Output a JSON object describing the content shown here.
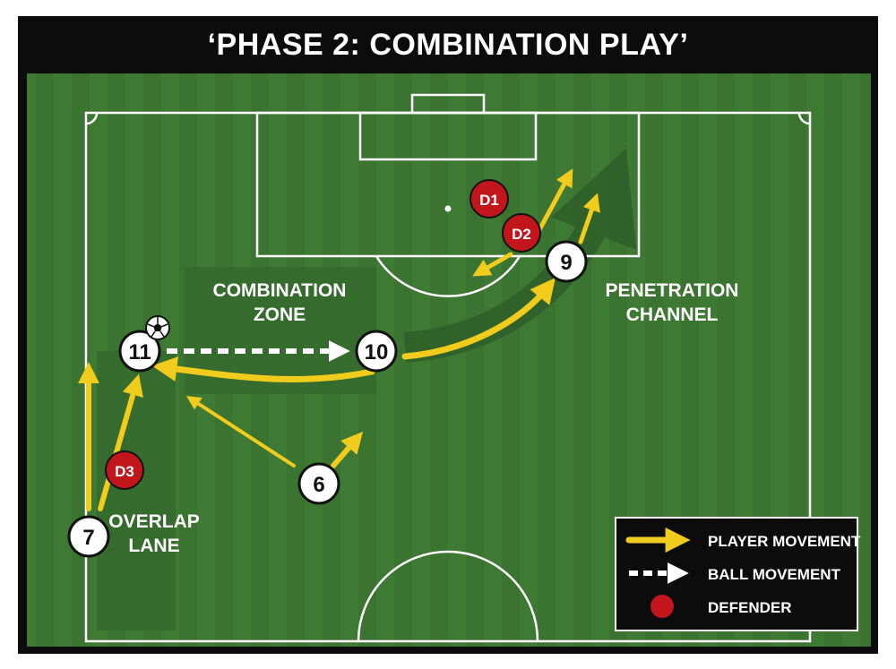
{
  "title": "‘PHASE 2: COMBINATION PLAY’",
  "zones": {
    "combination_line1": "COMBINATION",
    "combination_line2": "ZONE",
    "penetration_line1": "PENETRATION",
    "penetration_line2": "CHANNEL",
    "overlap_line1": "OVERLAP",
    "overlap_line2": "LANE"
  },
  "players": {
    "p11": "11",
    "p10": "10",
    "p9": "9",
    "p6": "6",
    "p7": "7"
  },
  "defenders": {
    "d1": "D1",
    "d2": "D2",
    "d3": "D3"
  },
  "legend": {
    "player_movement": "PLAYER MOVEMENT",
    "ball_movement": "BALL MOVEMENT",
    "defender": "DEFENDER"
  },
  "colors": {
    "pitch": "#3f7a35",
    "pitch_dark": "#356b2d",
    "movement_arrow": "#f2cc1d",
    "defender": "#c3161c",
    "line": "#ffffff",
    "frame": "#0c0c0c"
  },
  "icons": {
    "ball": "soccer-ball-icon"
  }
}
